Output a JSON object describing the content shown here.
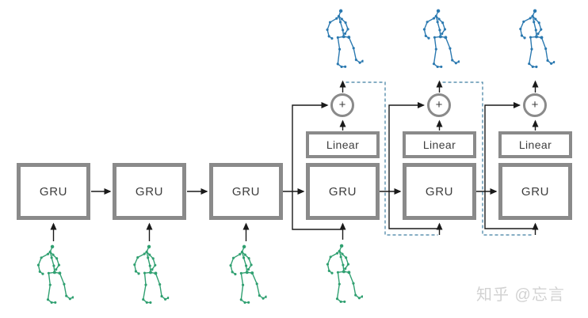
{
  "diagram": {
    "encoder": {
      "gru_labels": [
        "GRU",
        "GRU",
        "GRU"
      ]
    },
    "decoder": {
      "gru_labels": [
        "GRU",
        "GRU",
        "GRU"
      ],
      "linear_labels": [
        "Linear",
        "Linear",
        "Linear"
      ],
      "sum_labels": [
        "+",
        "+",
        "+"
      ]
    },
    "colors": {
      "box_border": "#8a8a8a",
      "arrow": "#1a1a1a",
      "label_text": "#3d3d3d",
      "feedback_dashed": "#3e7da0",
      "input_pose": "#30a071",
      "output_pose": "#2b79b0",
      "watermark": "#d2d2d2"
    },
    "poses": {
      "input_count": 4,
      "output_count": 3
    }
  },
  "watermark": {
    "text": "知乎 @忘言"
  }
}
